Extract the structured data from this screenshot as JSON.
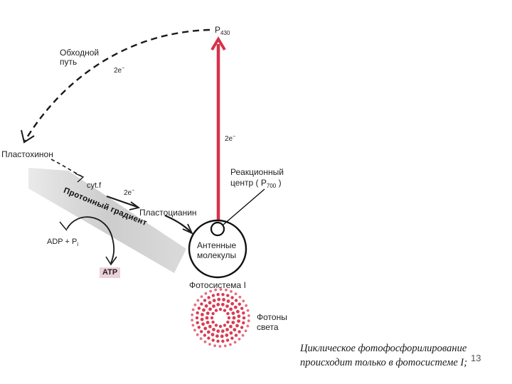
{
  "diagram": {
    "labels": {
      "p430_main": "P",
      "p430_sub": "430",
      "bypass_line1": "Обходной",
      "bypass_line2": "путь",
      "electrons_bypass_main": "2e",
      "electrons_bypass_sup": "−",
      "electrons_vertical_main": "2e",
      "electrons_vertical_sup": "−",
      "electrons_cyt_main": "2e",
      "electrons_cyt_sup": "−",
      "plastoquinone": "Пластохинон",
      "cytf": "cyt.f",
      "proton_gradient": "Протонный градиент",
      "plastocyanin": "Пластоцианин",
      "reaction_center_line1": "Реакционный",
      "reaction_center_line2_pre": "центр ( P",
      "reaction_center_sub": "700",
      "reaction_center_line2_post": " )",
      "antenna_line1": "Антенные",
      "antenna_line2": "молекулы",
      "adp_main": "ADP + P",
      "adp_sub": "i",
      "atp": "ATP",
      "photosystem": "Фотосистема I",
      "photons_line1": "Фотоны",
      "photons_line2": "света"
    },
    "caption_line1": "Циклическое фотофосфорилирование",
    "caption_line2": "происходит только в фотосистеме I;",
    "slide_number": "13",
    "colors": {
      "arrow_red": "#d8304a",
      "photon_red": "#d8304a",
      "line": "#1a1a1a",
      "band": "#c8c8c8"
    }
  }
}
